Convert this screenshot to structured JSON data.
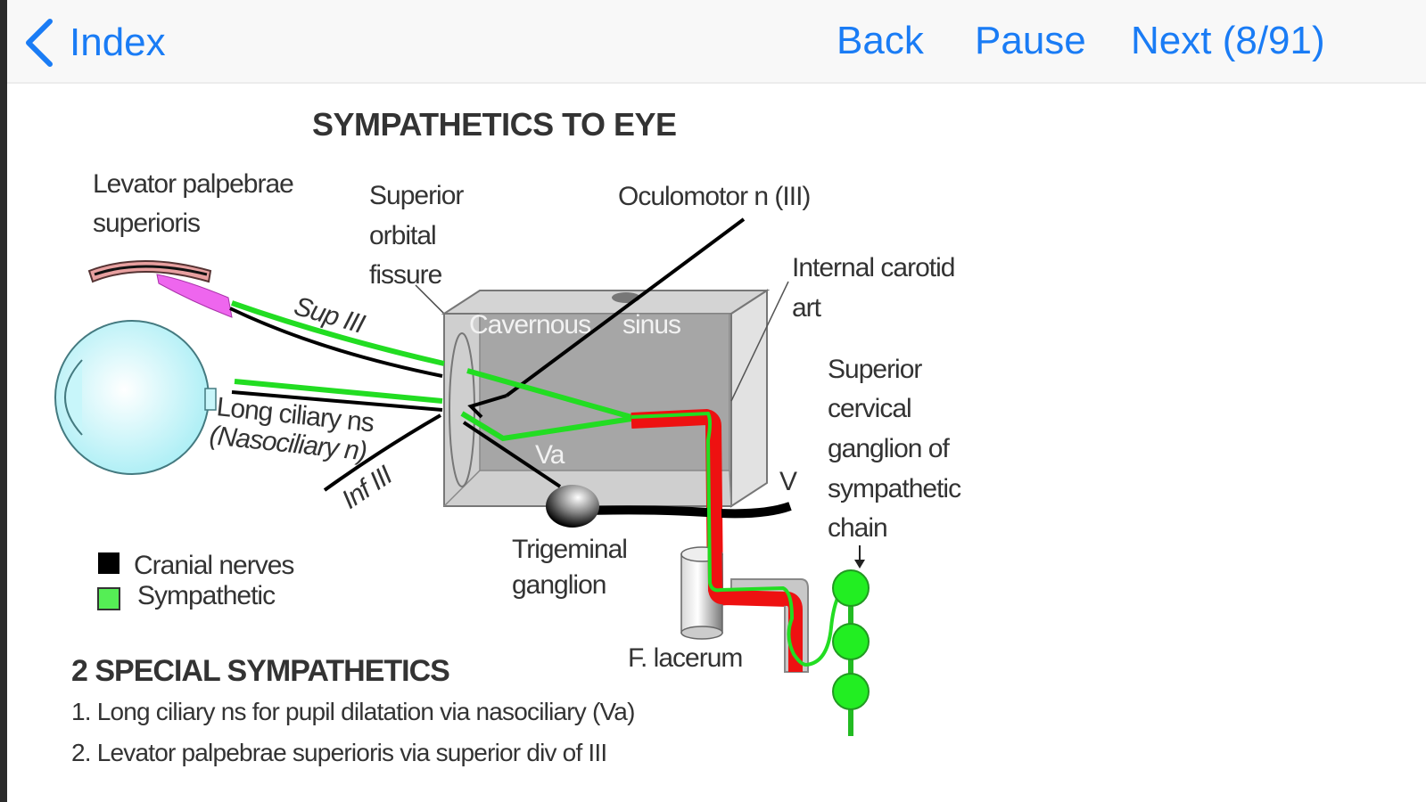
{
  "navbar": {
    "back_label": "Index",
    "back_icon": "chevron-left-icon",
    "buttons": {
      "back": "Back",
      "pause": "Pause",
      "next": "Next (8/91)"
    },
    "accent_color": "#1a7cf5"
  },
  "diagram": {
    "title": "SYMPATHETICS TO EYE",
    "labels": {
      "levator_1": "Levator palpebrae",
      "levator_2": "superioris",
      "sof_1": "Superior",
      "sof_2": "orbital",
      "sof_3": "fissure",
      "oculomotor": "Oculomotor n (III)",
      "ica_1": "Internal carotid",
      "ica_2": "art",
      "sup3": "Sup III",
      "cavernous": "Cavernous",
      "sinus": "sinus",
      "long_ciliary": "Long ciliary ns",
      "nasociliary": "(Nasociliary n)",
      "inf3": "Inf III",
      "va": "Va",
      "v": "V",
      "scg_1": "Superior",
      "scg_2": "cervical",
      "scg_3": "ganglion of",
      "scg_4": "sympathetic",
      "scg_5": "chain",
      "trigeminal_1": "Trigeminal",
      "trigeminal_2": "ganglion",
      "f_lacerum": "F. lacerum"
    },
    "legend": [
      {
        "label": "Cranial nerves",
        "color": "#000000"
      },
      {
        "label": "Sympathetic",
        "color": "#55ee55"
      }
    ],
    "notes": {
      "heading": "2 SPECIAL SYMPATHETICS",
      "items": [
        "1. Long ciliary ns for pupil dilatation via nasociliary (Va)",
        "2. Levator palpebrae superioris via superior div of III"
      ]
    },
    "colors": {
      "sympathetic": "#22dd22",
      "artery": "#ee1111",
      "nerve": "#000000",
      "eye": "#c8f6fa",
      "muscle": "#ee66ee"
    }
  }
}
